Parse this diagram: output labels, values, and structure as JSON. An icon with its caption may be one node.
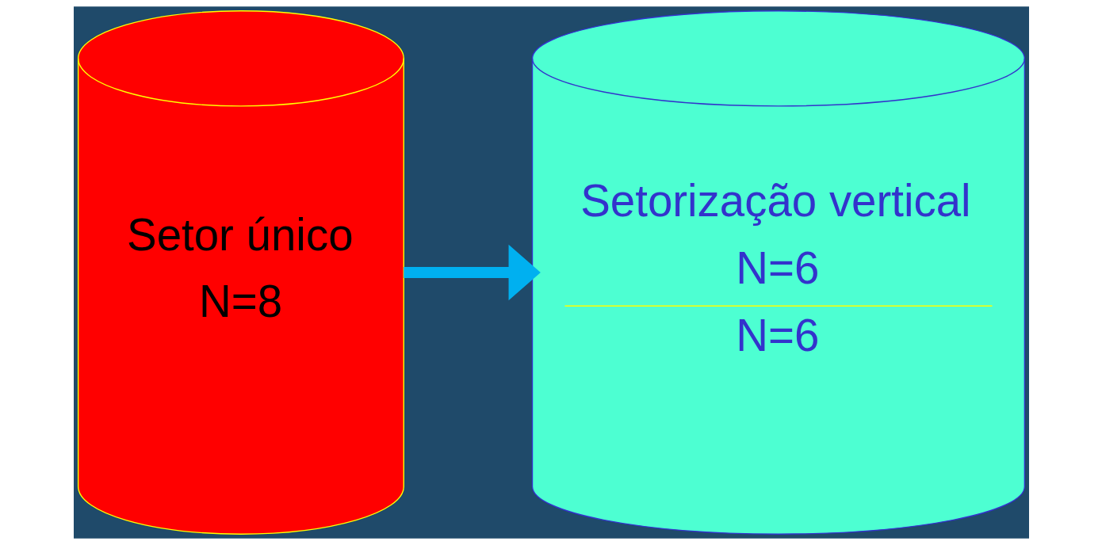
{
  "diagram": {
    "nodes": [
      {
        "text": [
          "Setor único",
          "N=8"
        ]
      },
      {
        "text": [
          "Setorização vertical",
          "N=6",
          "N=6"
        ]
      }
    ],
    "edges": [
      {
        "from": 0,
        "to": 1,
        "arrow": "to"
      }
    ]
  }
}
